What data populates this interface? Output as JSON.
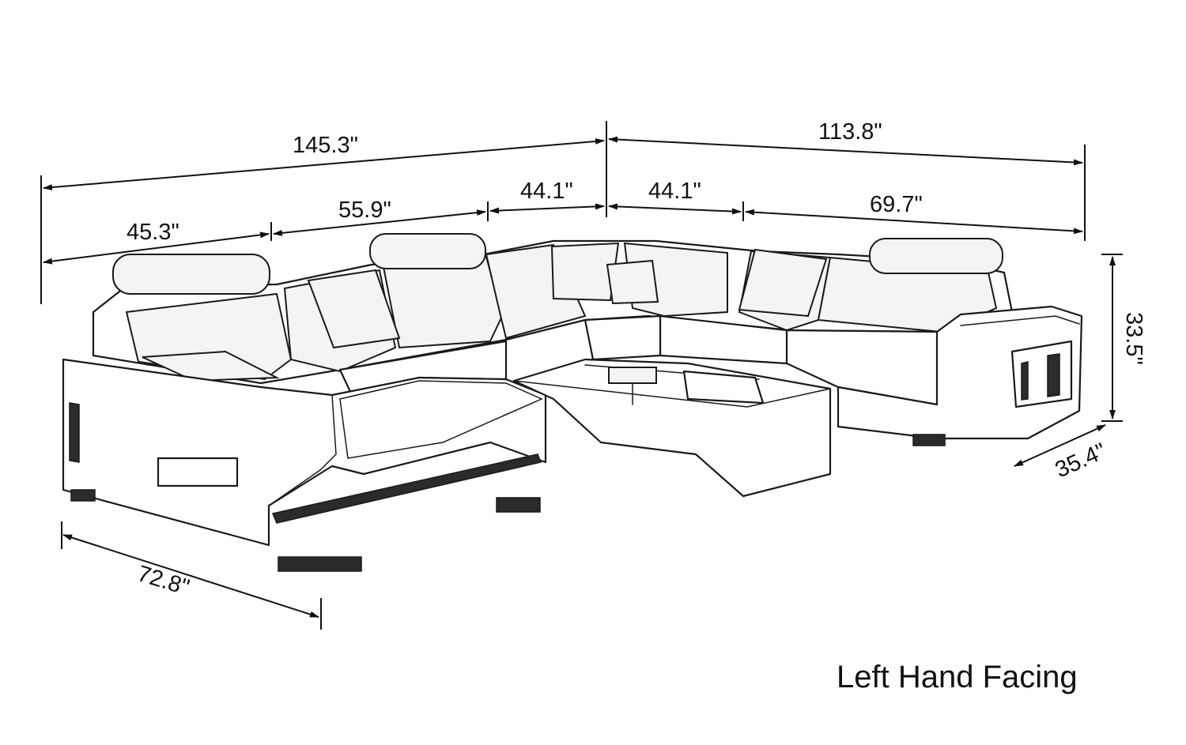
{
  "dimensions": {
    "overall_left": "145.3\"",
    "overall_right": "113.8\"",
    "seg_chaise_width": "45.3\"",
    "seg_left_seat": "55.9\"",
    "seg_corner_left": "44.1\"",
    "seg_corner_right": "44.1\"",
    "seg_right_seat": "69.7\"",
    "height": "33.5\"",
    "depth": "35.4\"",
    "chaise_length": "72.8\""
  },
  "caption": "Left Hand Facing"
}
